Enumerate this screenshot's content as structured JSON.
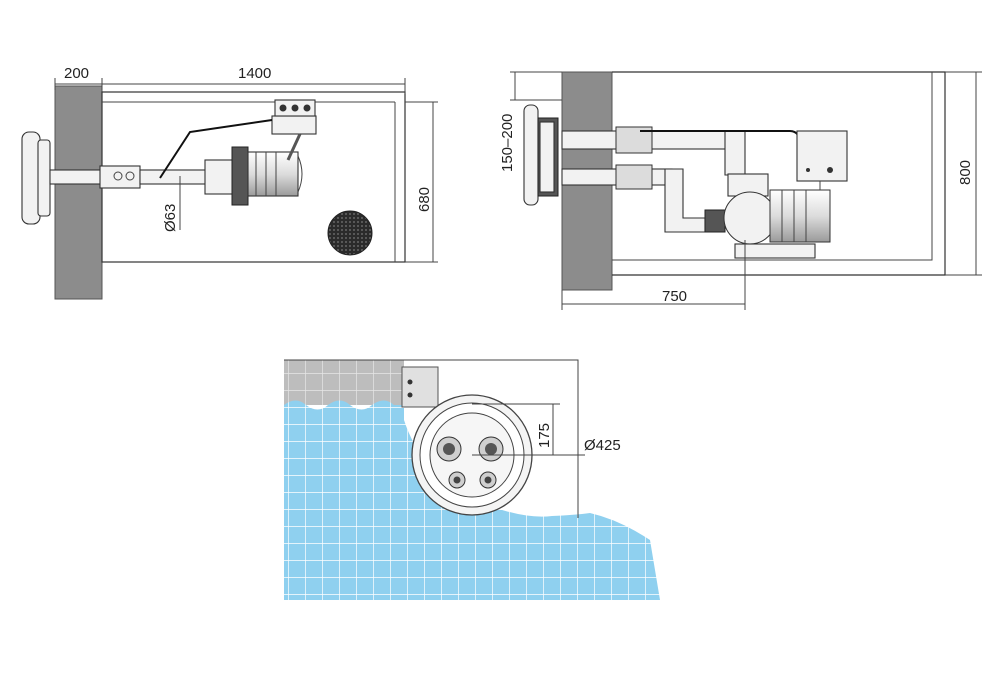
{
  "colors": {
    "wall": "#8c8c8c",
    "water": "#8fd0ef",
    "water_grid": "#ffffff",
    "line": "#333333",
    "background": "#ffffff"
  },
  "views": {
    "top_view": {
      "dims": {
        "wall": "200",
        "length": "1400",
        "height": "680",
        "pipe": "Ø63"
      }
    },
    "side_view": {
      "dims": {
        "depth_range": "150–200",
        "pit_depth": "750",
        "height": "800"
      }
    },
    "front_view": {
      "dims": {
        "offset": "175",
        "diameter": "Ø425"
      }
    }
  }
}
